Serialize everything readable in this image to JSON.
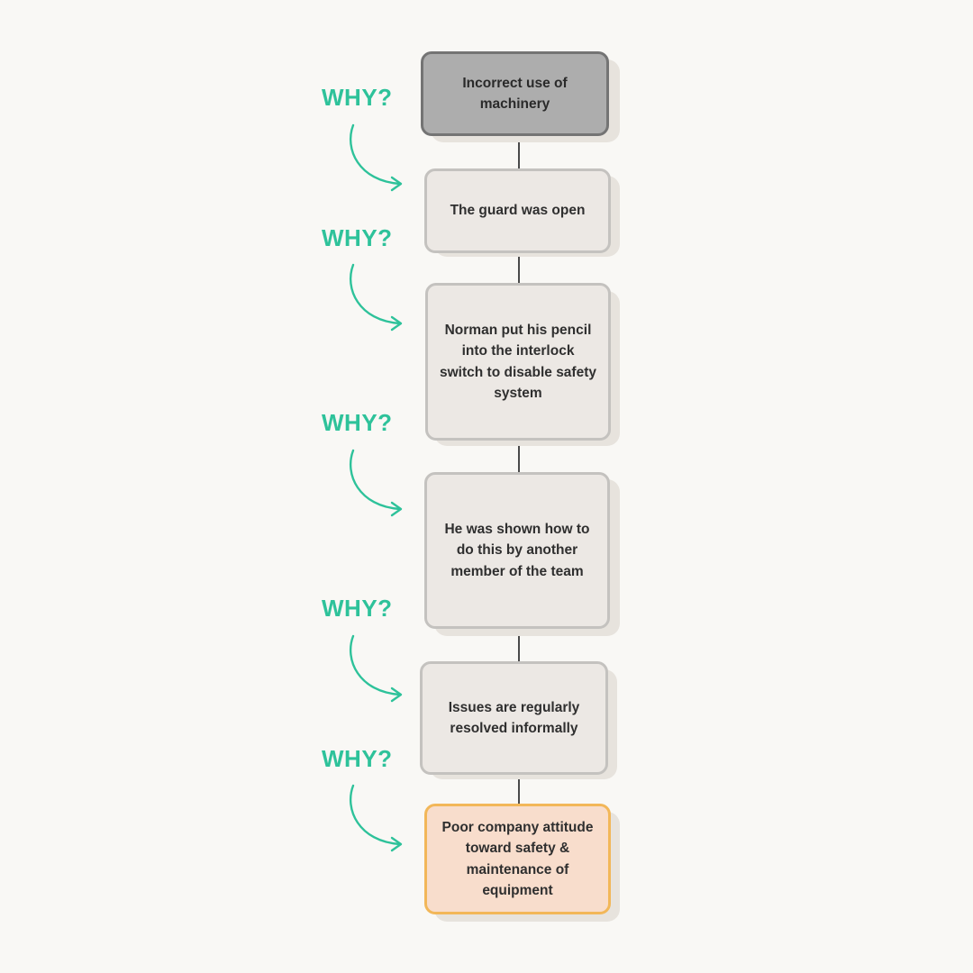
{
  "steps": [
    {
      "text": "Incorrect use of machinery"
    },
    {
      "text": "The guard was open"
    },
    {
      "text": "Norman put his pencil into the interlock switch to disable safety system"
    },
    {
      "text": "He was shown how to do this by another member of the team"
    },
    {
      "text": "Issues are regularly resolved informally"
    },
    {
      "text": "Poor company attitude toward safety & maintenance of equipment"
    }
  ],
  "why_label": "WHY?",
  "colors": {
    "background": "#f9f8f5",
    "why_accent": "#2ec29a",
    "root_fill": "#adadad",
    "root_border": "#747474",
    "step_fill": "#ece8e4",
    "step_border": "#c4c2bf",
    "final_fill": "#f8ddcc",
    "final_border": "#f2b759"
  }
}
